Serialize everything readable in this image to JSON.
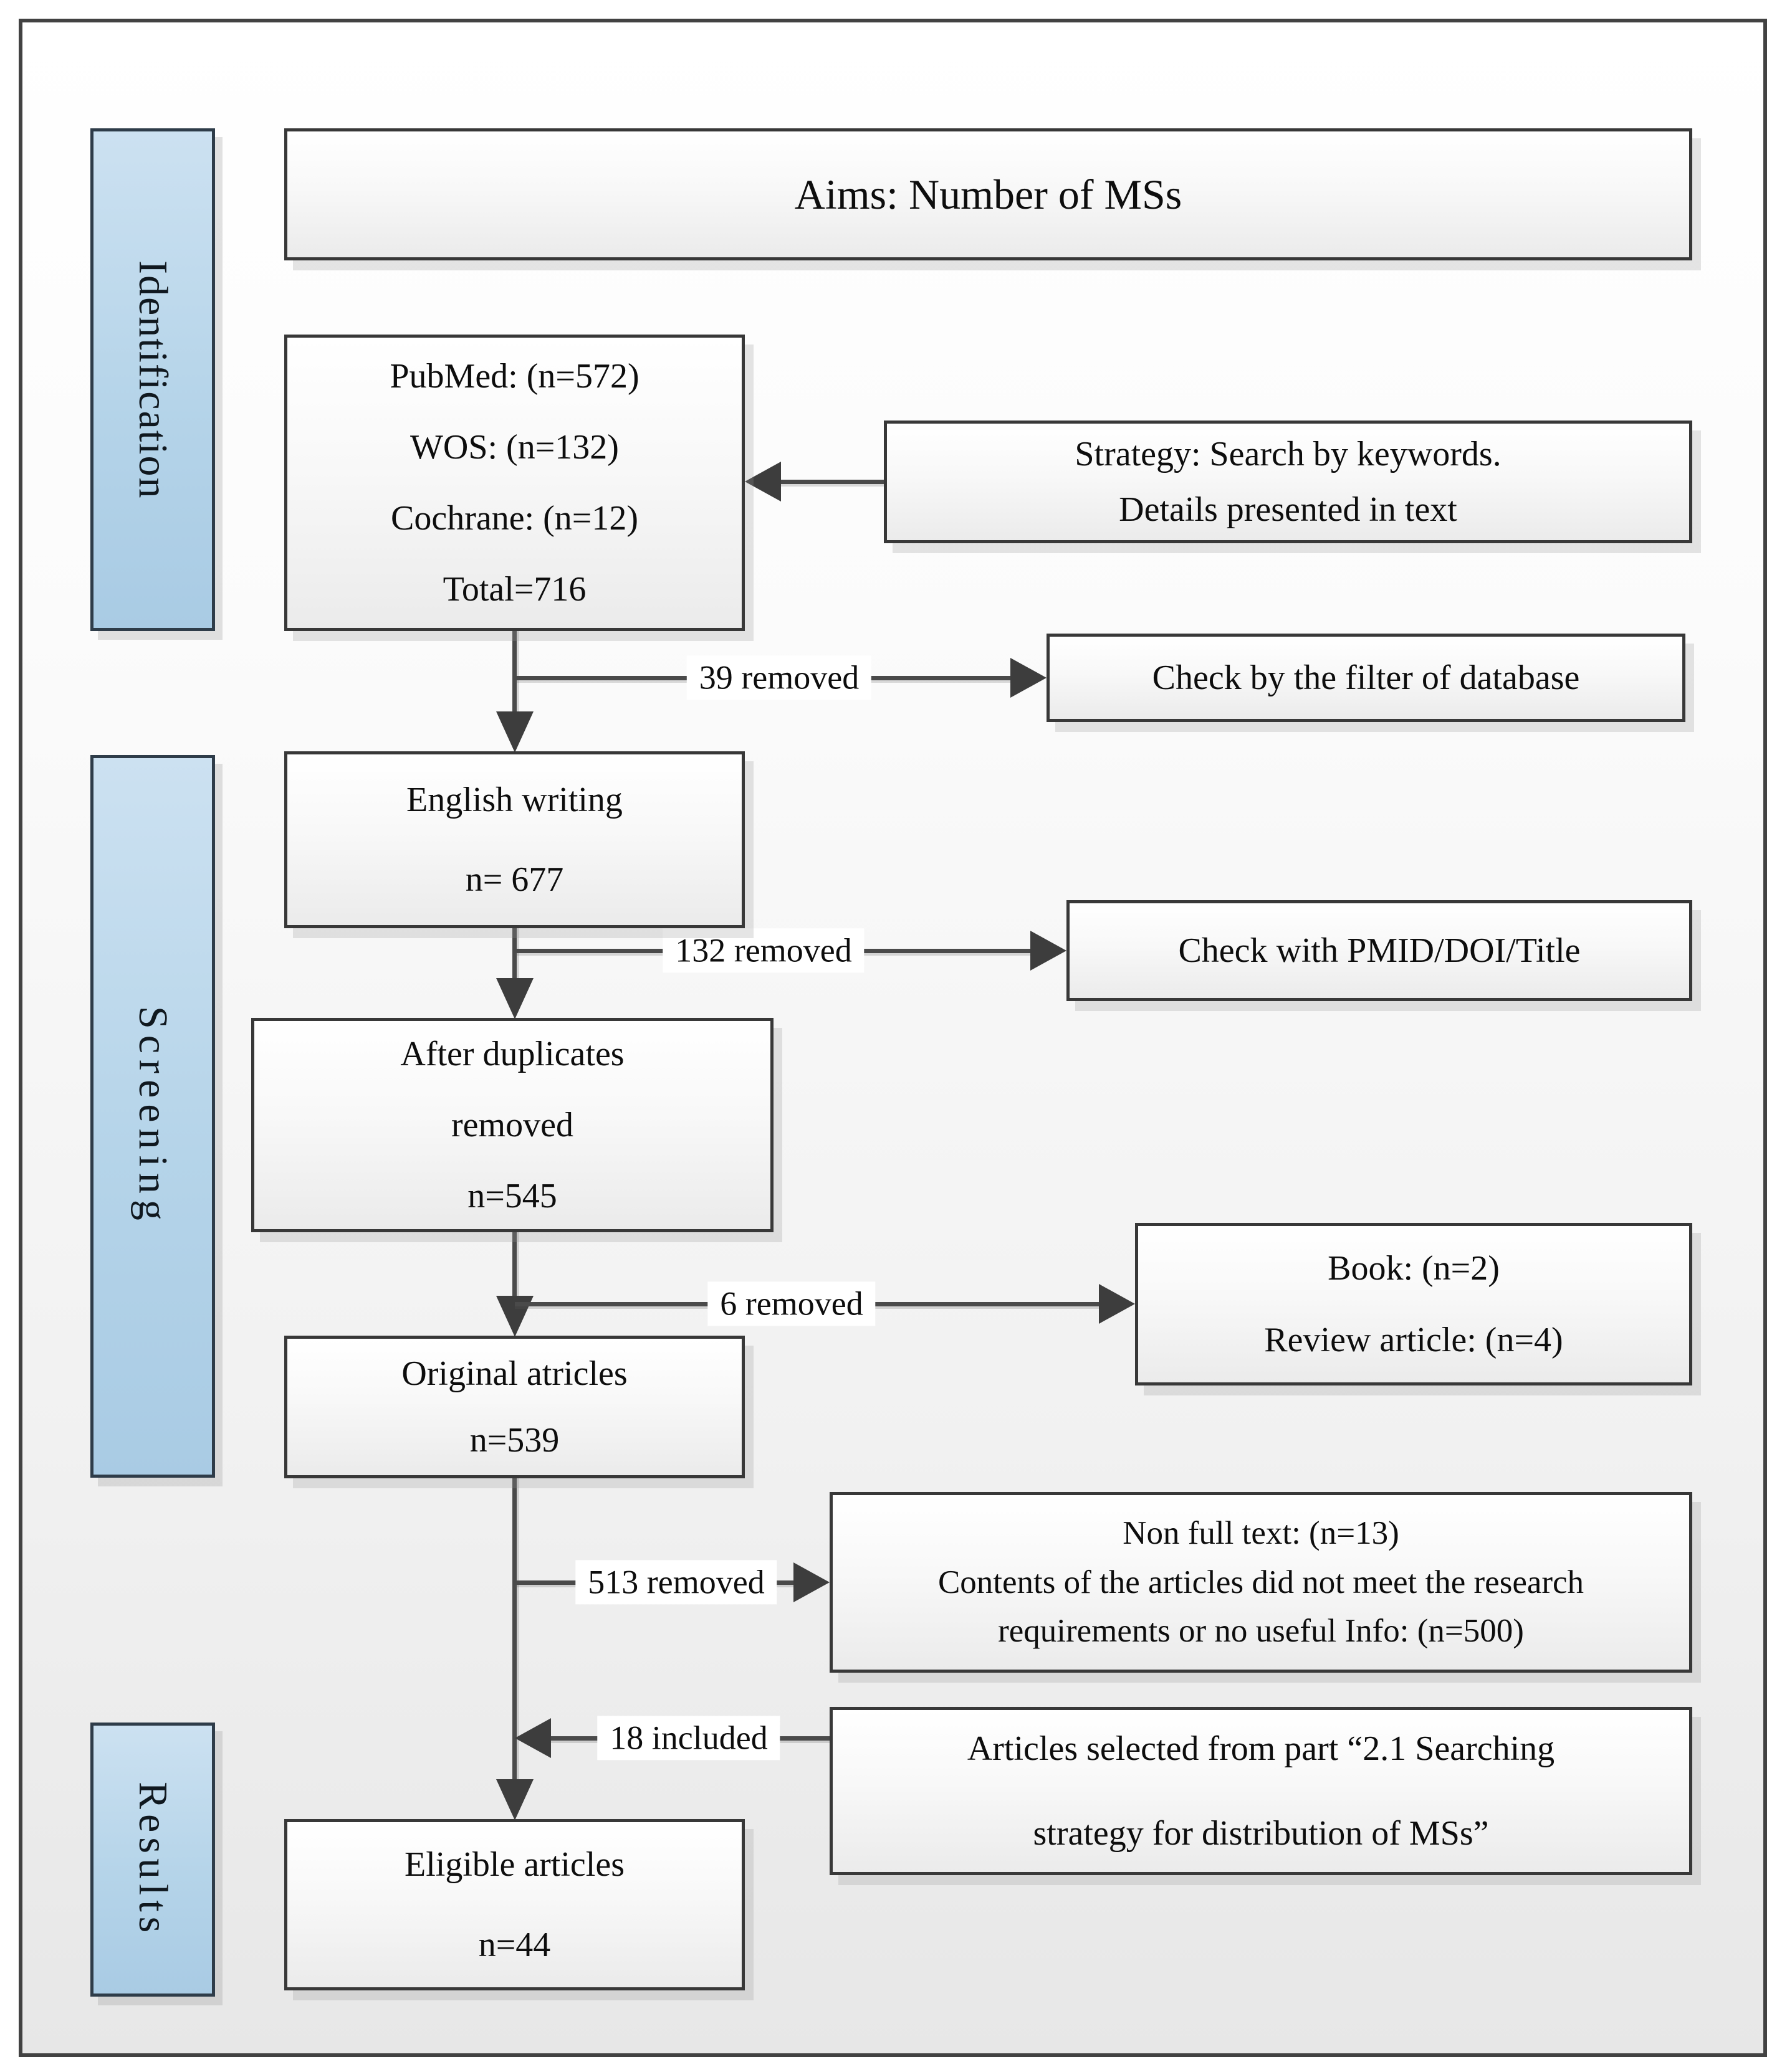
{
  "figure": {
    "type": "prisma-flow-diagram",
    "title": "Aims: Number of MSs"
  },
  "sidebar": {
    "identification": "Identification",
    "screening": "Screening",
    "results": "Results"
  },
  "flow": {
    "sources": {
      "lines": [
        "PubMed: (n=572)",
        "WOS: (n=132)",
        "Cochrane: (n=12)",
        "Total=716"
      ]
    },
    "strategy": {
      "lines": [
        "Strategy: Search by keywords.",
        "Details presented in text"
      ]
    },
    "filter_check": {
      "text": "Check by the filter of database"
    },
    "english": {
      "lines": [
        "English writing",
        "n= 677"
      ]
    },
    "pmid_check": {
      "text": "Check with PMID/DOI/Title"
    },
    "after_duplicates": {
      "lines": [
        "After duplicates",
        "removed",
        "n=545"
      ]
    },
    "book_review": {
      "lines": [
        "Book: (n=2)",
        "Review article: (n=4)"
      ]
    },
    "original": {
      "lines": [
        "Original atricles",
        "n=539"
      ]
    },
    "non_full_text": {
      "lines": [
        "Non full text: (n=13)",
        "Contents of the articles did not meet the research",
        "requirements or no useful Info: (n=500)"
      ]
    },
    "selected": {
      "lines": [
        "Articles selected from part “2.1 Searching",
        "strategy for distribution of MSs”"
      ]
    },
    "eligible": {
      "lines": [
        "Eligible articles",
        "n=44"
      ]
    }
  },
  "edges": {
    "removed_39": "39 removed",
    "removed_132": "132 removed",
    "removed_6": "6 removed",
    "removed_513": "513 removed",
    "included_18": "18 included"
  },
  "colors": {
    "sidebar_blue": "#b5d4e9",
    "sidebar_border": "#2e3c49",
    "box_border": "#383838",
    "line_gray": "#4a4a4a",
    "frame_border": "#424242",
    "shadow_gray": "#dcdcdc"
  }
}
